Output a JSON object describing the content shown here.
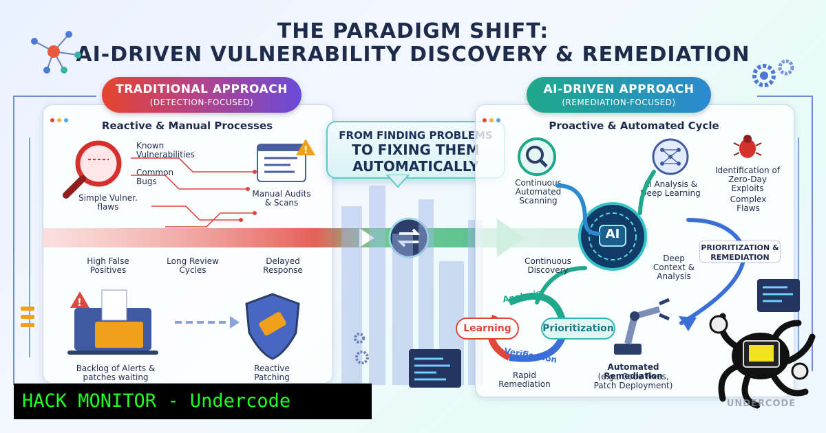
{
  "header": {
    "line1": "THE PARADIGM SHIFT:",
    "line2": "AI-DRIVEN VULNERABILITY DISCOVERY & REMEDIATION"
  },
  "traditional": {
    "title": "TRADITIONAL APPROACH",
    "subtitle": "(DETECTION-FOCUSED)",
    "heading": "Reactive & Manual Processes",
    "known": "Known Vulnerabilities",
    "common": "Common Bugs",
    "simple": "Simple Vulner. flaws",
    "audits": "Manual Audits & Scans",
    "false_pos": "High False Positives",
    "review": "Long Review Cycles",
    "delayed": "Delayed Response",
    "backlog": "Backlog of Alerts & patches waiting",
    "patching": "Reactive Patching"
  },
  "callout": {
    "line1": "FROM FINDING PROBLEMS",
    "line2": "TO FIXING THEM",
    "line3": "AUTOMATICALLY"
  },
  "ai": {
    "title": "AI-DRIVEN APPROACH",
    "subtitle": "(REMEDIATION-FOCUSED)",
    "heading": "Proactive & Automated Cycle",
    "scanning": "Continuous Automated Scanning",
    "analysis": "AI Analysis & Deep Learning",
    "zero_day": "Identification of Zero-Day Exploits",
    "complex": "Complex Flaws",
    "core": "AI",
    "discovery": "Continuous Discovery",
    "context": "Deep Context & Analysis",
    "prioritization_remediation": "PRIORITIZATION & REMEDIATION",
    "cycle_analysis": "Analysis",
    "cycle_learning": "Learning",
    "cycle_prioritization": "Prioritization",
    "cycle_verification": "Verification",
    "rapid": "Rapid Remediation",
    "automated": "Automated Remediation",
    "automated_detail1": "(e.g., Code Fixes,",
    "automated_detail2": "Patch Deployment)"
  },
  "watermark": "UNDERCODE",
  "banner": "HACK MONITOR - Undercode",
  "colors": {
    "trad_accent": "#e0453a",
    "ai_accent": "#1fa88a",
    "banner_text": "#21ff21"
  }
}
